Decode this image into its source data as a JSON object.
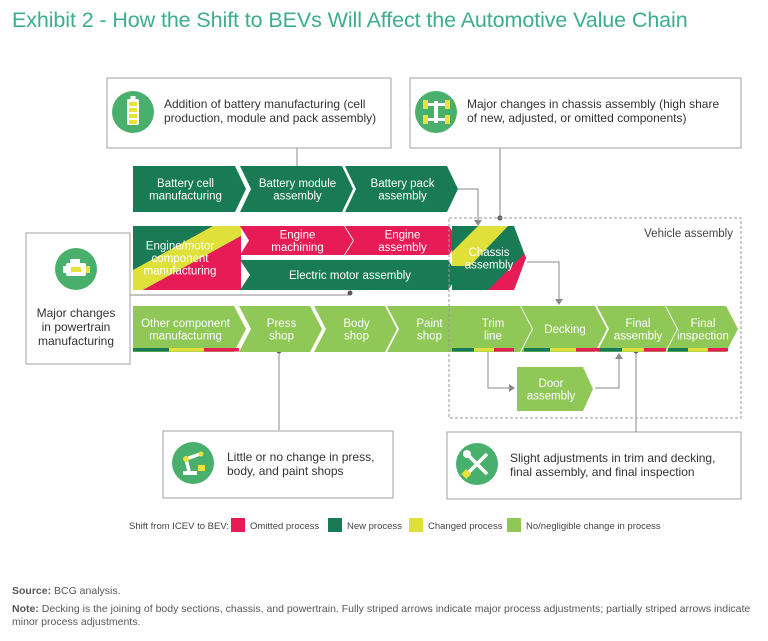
{
  "title": "Exhibit 2 - How the Shift to BEVs Will Affect the Automotive Value Chain",
  "colors": {
    "dark_green": "#197a56",
    "mid_green": "#299d63",
    "light_green": "#8fc856",
    "omitted": "#e71c57",
    "new": "#197a56",
    "changed": "#dfe039",
    "no_change": "#8fc856",
    "title": "#3cae8c",
    "icon_circle": "#48b06c",
    "box_border": "#a0a0a0",
    "line": "#8a8a8a"
  },
  "callouts": {
    "battery": {
      "icon": "battery-icon",
      "lines": [
        "Addition of battery manufacturing (cell",
        "production, module and pack assembly)"
      ]
    },
    "chassis": {
      "icon": "chassis-icon",
      "lines": [
        "Major changes in chassis assembly (high share",
        "of new, adjusted, or omitted components)"
      ]
    },
    "powertrain": {
      "icon": "engine-icon",
      "lines": [
        "Major changes",
        "in powertrain",
        "manufacturing"
      ]
    },
    "press": {
      "icon": "robot-arm-icon",
      "lines": [
        "Little or no change in press,",
        "body, and paint shops"
      ]
    },
    "trim": {
      "icon": "tools-icon",
      "lines": [
        "Slight adjustments in trim and decking,",
        "final assembly, and final inspection"
      ]
    }
  },
  "vehicle_assembly_label": "Vehicle assembly",
  "steps": {
    "battery_cell": [
      "Battery cell",
      "manufacturing"
    ],
    "battery_module": [
      "Battery module",
      "assembly"
    ],
    "battery_pack": [
      "Battery pack",
      "assembly"
    ],
    "engine_component": [
      "Engine/motor",
      "component",
      "manufacturing"
    ],
    "engine_machining": [
      "Engine",
      "machining"
    ],
    "engine_assembly": [
      "Engine",
      "assembly"
    ],
    "electric_motor": [
      "Electric motor assembly"
    ],
    "chassis": [
      "Chassis",
      "assembly"
    ],
    "other_component": [
      "Other component",
      "manufacturing"
    ],
    "press_shop": [
      "Press",
      "shop"
    ],
    "body_shop": [
      "Body",
      "shop"
    ],
    "paint_shop": [
      "Paint",
      "shop"
    ],
    "trim_line": [
      "Trim",
      "line"
    ],
    "decking": [
      "Decking"
    ],
    "final_assembly": [
      "Final",
      "assembly"
    ],
    "final_inspection": [
      "Final",
      "inspection"
    ],
    "door_assembly": [
      "Door",
      "assembly"
    ]
  },
  "legend": {
    "prefix": "Shift from ICEV to BEV:",
    "items": [
      {
        "label": "Omitted process",
        "color": "#e71c57"
      },
      {
        "label": "New process",
        "color": "#197a56"
      },
      {
        "label": "Changed process",
        "color": "#dfe039"
      },
      {
        "label": "No/negligible change in process",
        "color": "#8fc856"
      }
    ]
  },
  "source_label": "Source:",
  "source_text": " BCG analysis.",
  "note_label": "Note:",
  "note_text": " Decking is the joining of body sections, chassis, and powertrain. Fully striped arrows indicate major process adjustments; partially striped ar­rows indicate minor process adjustments."
}
